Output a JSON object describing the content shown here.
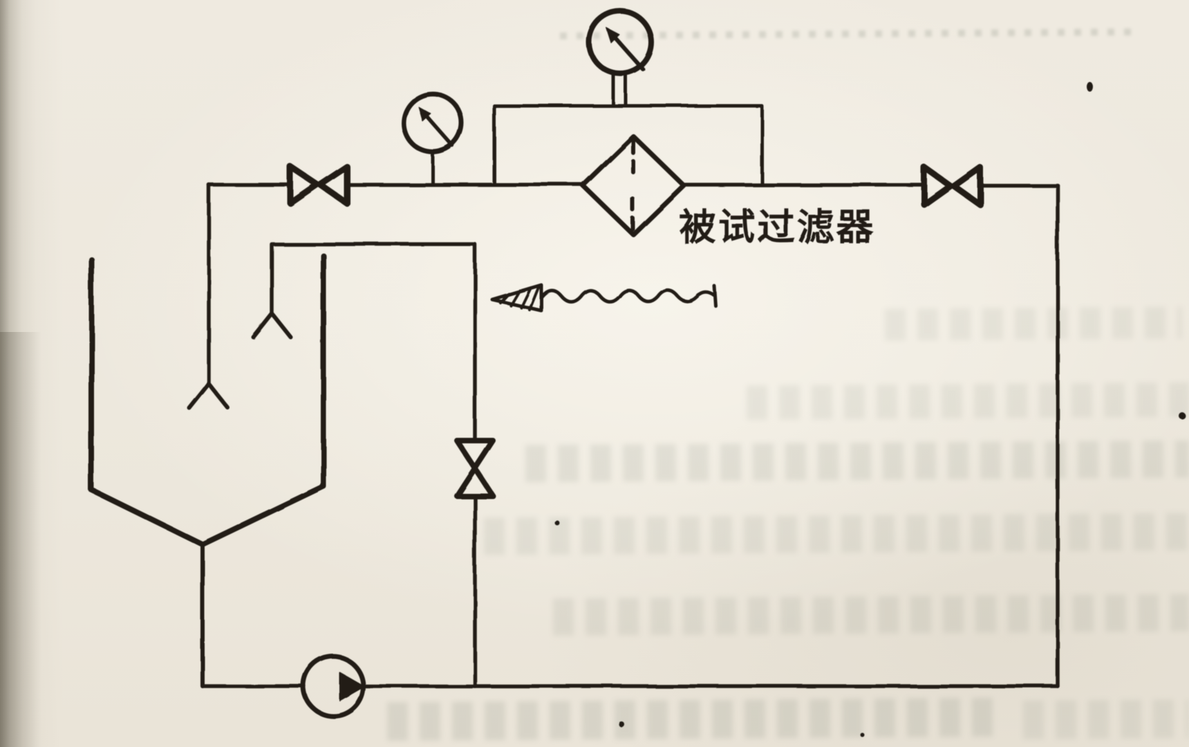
{
  "page": {
    "kind": "scanned-hydraulic-schematic",
    "colors": {
      "paper": "#eee9df",
      "ink": "#211e19",
      "ghost_bleedthrough": "#7d8577",
      "edge_shadow": "#605a4b"
    }
  },
  "diagram": {
    "filter_label": "被试过滤器",
    "components": [
      {
        "id": "pressure-gauge-differential",
        "symbol": "gauge-circle-needle"
      },
      {
        "id": "pressure-gauge-inlet",
        "symbol": "gauge-circle-needle"
      },
      {
        "id": "shutoff-valve-left",
        "symbol": "bowtie-valve"
      },
      {
        "id": "shutoff-valve-right",
        "symbol": "bowtie-valve"
      },
      {
        "id": "filter-under-test",
        "symbol": "diamond-with-dashed-element"
      },
      {
        "id": "throttle-valve",
        "symbol": "vertical-hourglass-valve"
      },
      {
        "id": "pump",
        "symbol": "circle-with-right-triangle"
      },
      {
        "id": "oil-tank",
        "symbol": "open-top-funnel-tank"
      },
      {
        "id": "return-pipe-end-left",
        "symbol": "y-pipe-end"
      },
      {
        "id": "return-pipe-end-right",
        "symbol": "y-pipe-end"
      },
      {
        "id": "contaminant-injection-arrow",
        "symbol": "hatched-cone-wavy-line"
      }
    ]
  }
}
